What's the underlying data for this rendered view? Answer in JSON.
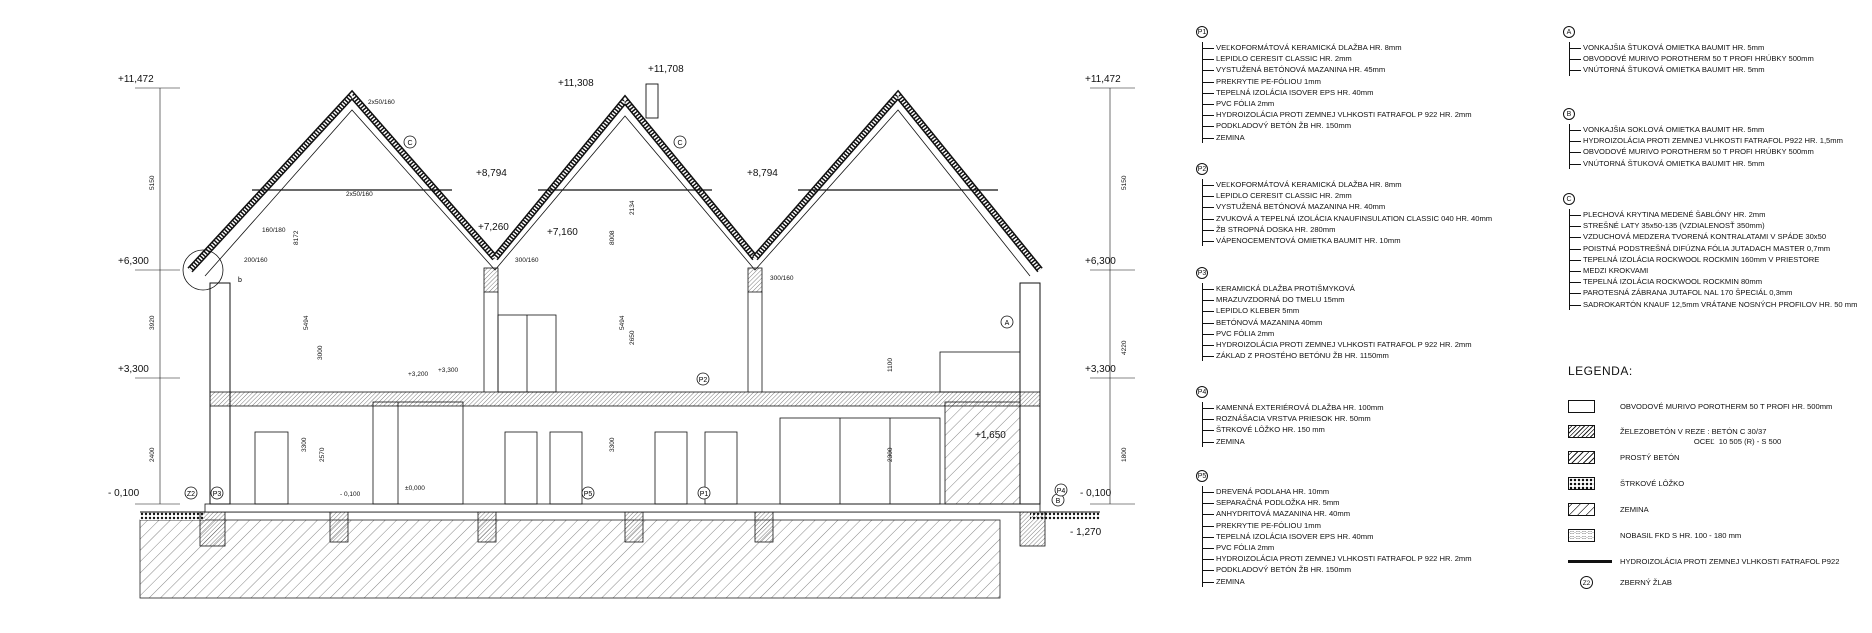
{
  "levels": {
    "left_top": "+11,472",
    "right_top": "+11,472",
    "mid_ridge1": "+11,308",
    "chimney": "+11,708",
    "valley_a": "+8,794",
    "valley_b": "+8,794",
    "beam_a": "+7,260",
    "beam_b": "+7,160",
    "left_eave": "+6,300",
    "right_eave": "+6,300",
    "left_floor": "+3,300",
    "right_floor": "+3,300",
    "floor_a": "+3,200",
    "floor_b": "+3,300",
    "left_ground": "- 0,100",
    "right_ground": "- 0,100",
    "zero": "±0,000",
    "inner_minus": "- 0,100",
    "window_sill": "+1,650",
    "footing": "- 1,270"
  },
  "dims": {
    "left_vert_1": "5150",
    "left_vert_2": "3920",
    "left_vert_3": "2400",
    "right_vert_1": "5150",
    "right_vert_2": "4220",
    "right_vert_3": "1800",
    "roof_d1": "2x50/160",
    "roof_d2": "160/180",
    "roof_d3": "2x50/160",
    "roof_d4": "200/160",
    "roof_d5": "300/160",
    "roof_d6": "300/160",
    "h1": "5494",
    "h2": "8172",
    "h3": "3000",
    "h4": "8008",
    "h5": "5494",
    "h6": "2134",
    "h7": "2650",
    "h8": "1100",
    "h9": "3300",
    "h10": "2570",
    "h11": "3300",
    "h12": "2300"
  },
  "tags": {
    "c1": "C",
    "c2": "C",
    "a1": "A",
    "b1": "B",
    "b2": "b",
    "p2": "P2",
    "z2": "Z2",
    "p3": "P3",
    "p1": "P1",
    "p5": "P5",
    "p4": "P4"
  },
  "specs": {
    "P1": {
      "label": "P1",
      "items": [
        "VEĽKOFORMÁTOVÁ KERAMICKÁ DLAŽBA HR. 8mm",
        "LEPIDLO CERESIT CLASSIC HR. 2mm",
        "VYSTUŽENÁ BETÓNOVÁ MAZANINA HR. 45mm",
        "PREKRYTIE PE-FÓLIOU 1mm",
        "TEPELNÁ IZOLÁCIA ISOVER EPS HR. 40mm",
        "PVC FÓLIA 2mm",
        "HYDROIZOLÁCIA PROTI ZEMNEJ VLHKOSTI FATRAFOL P 922 HR. 2mm",
        "PODKLADOVÝ BETÓN ŽB HR. 150mm",
        "ZEMINA"
      ]
    },
    "P2": {
      "label": "P2",
      "items": [
        "VEĽKOFORMÁTOVÁ KERAMICKÁ DLAŽBA HR. 8mm",
        "LEPIDLO CERESIT CLASSIC HR. 2mm",
        "VYSTUŽENÁ BETÓNOVÁ MAZANINA HR. 40mm",
        "ZVUKOVÁ A TEPELNÁ IZOLÁCIA KNAUFINSULATION CLASSIC 040 HR. 40mm",
        "ŽB STROPNÁ DOSKA HR. 280mm",
        "VÁPENOCEMENTOVÁ OMIETKA BAUMIT HR. 10mm"
      ]
    },
    "P3": {
      "label": "P3",
      "items": [
        "KERAMICKÁ DLAŽBA PROTIŠMYKOVÁ",
        "MRAZUVZDORNÁ DO TMELU 15mm",
        "LEPIDLO KLEBER 5mm",
        "BETÓNOVÁ MAZANINA 40mm",
        "PVC FÓLIA 2mm",
        "HYDROIZOLÁCIA PROTI ZEMNEJ VLHKOSTI FATRAFOL P 922 HR. 2mm",
        "ZÁKLAD Z PROSTÉHO BETÓNU ŽB HR. 1150mm"
      ]
    },
    "P4": {
      "label": "P4",
      "items": [
        "KAMENNÁ EXTERIÉROVÁ DLAŽBA HR. 100mm",
        "ROZNÁŠACIA VRSTVA PRIESOK HR. 50mm",
        "ŠTRKOVÉ LÔŽKO HR. 150 mm",
        "ZEMINA"
      ]
    },
    "P5": {
      "label": "P5",
      "items": [
        "DREVENÁ PODLAHA HR. 10mm",
        "SEPARAČNÁ PODLOŽKA HR. 5mm",
        "ANHYDRITOVÁ MAZANINA HR. 40mm",
        "PREKRYTIE PE-FÓLIOU 1mm",
        "TEPELNÁ IZOLÁCIA ISOVER EPS HR. 40mm",
        "PVC FÓLIA 2mm",
        "HYDROIZOLÁCIA PROTI ZEMNEJ VLHKOSTI FATRAFOL P 922 HR. 2mm",
        "PODKLADOVÝ BETÓN ŽB HR. 150mm",
        "ZEMINA"
      ]
    },
    "A": {
      "label": "A",
      "items": [
        "VONKAJŠIA ŠTUKOVÁ OMIETKA BAUMIT HR. 5mm",
        "OBVODOVÉ MURIVO POROTHERM 50 T PROFI HRÚBKY 500mm",
        "VNÚTORNÁ ŠTUKOVÁ OMIETKA BAUMIT HR. 5mm"
      ]
    },
    "B": {
      "label": "B",
      "items": [
        "VONKAJŠIA SOKLOVÁ OMIETKA BAUMIT HR. 5mm",
        "HYDROIZOLÁCIA PROTI ZEMNEJ VLHKOSTI FATRAFOL P922 HR. 1,5mm",
        "OBVODOVÉ MURIVO POROTHERM 50 T PROFI HRÚBKY 500mm",
        "VNÚTORNÁ ŠTUKOVÁ OMIETKA BAUMIT HR. 5mm"
      ]
    },
    "C": {
      "label": "C",
      "items": [
        "PLECHOVÁ KRYTINA MEDENÉ ŠABLÓNY HR. 2mm",
        "STREŠNÉ LATY 35x50-135 (VZDIALENOSŤ 350mm)",
        "VZDUCHOVÁ MEDZERA TVORENÁ KONTRALATAMI V SPÁDE 30x50",
        "POISTNÁ PODSTREŠNÁ DIFÚZNA FÓLIA JUTADACH MASTER 0,7mm",
        "TEPELNÁ IZOLÁCIA ROCKWOOL ROCKMIN 160mm V PRIESTORE",
        "MEDZI KROKVAMI",
        "TEPELNÁ IZOLÁCIA ROCKWOOL ROCKMIN 80mm",
        "PAROTESNÁ ZÁBRANA JUTAFOL NAL 170 ŠPECIÁL 0,3mm",
        "SADROKARTÓN KNAUF 12,5mm VRÁTANE NOSNÝCH PROFILOV HR. 50 mm"
      ]
    }
  },
  "legend": {
    "title": "LEGENDA:",
    "items": [
      "OBVODOVÉ MURIVO POROTHERM 50 T PROFI HR. 500mm",
      "ŽELEZOBETÓN V REZE : BETÓN C 30/37\n                                   OCEĽ  10 505 (R) - S 500",
      "PROSTÝ BETÓN",
      "ŠTRKOVÉ LÔŽKO",
      "ZEMINA",
      "NOBASIL FKD S HR. 100 - 180 mm",
      "HYDROIZOLÁCIA PROTI ZEMNEJ VLHKOSTI FATRAFOL P922",
      "ZBERNÝ ŽLAB"
    ],
    "gutter_tag": "Z2"
  }
}
